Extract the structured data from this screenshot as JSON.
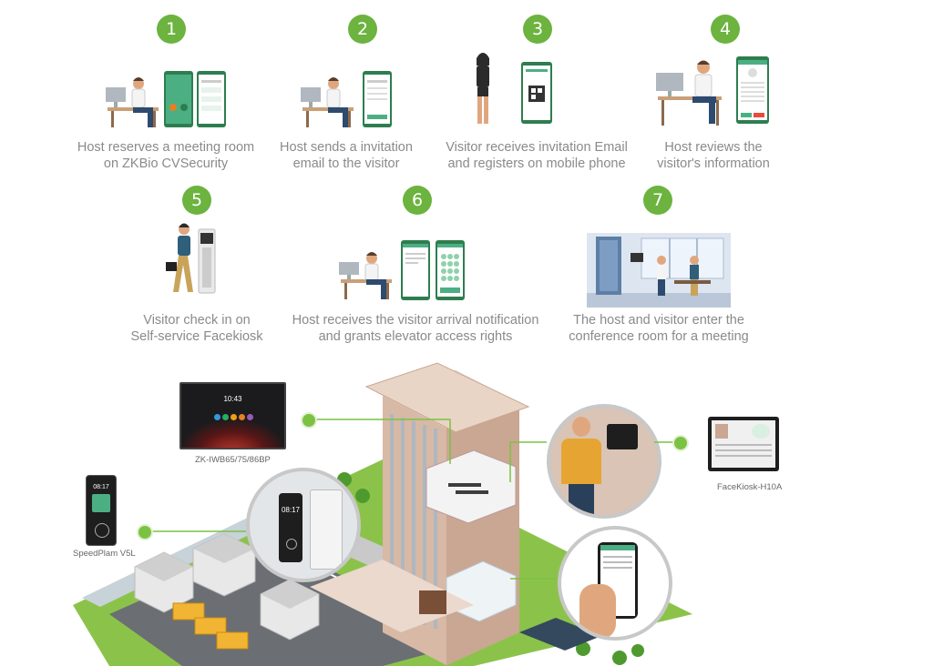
{
  "colors": {
    "accent": "#6cb33f",
    "caption": "#8a8a8a",
    "phone_frame": "#2e7d4f",
    "building": "#d7b9a6",
    "grass": "#8bc34a"
  },
  "steps": [
    {
      "number": "1",
      "lines": [
        "Host reserves a meeting room",
        "on ZKBio CVSecurity"
      ]
    },
    {
      "number": "2",
      "lines": [
        "Host sends a invitation",
        "email to the visitor"
      ]
    },
    {
      "number": "3",
      "lines": [
        "Visitor receives invitation Email",
        "and registers on mobile phone"
      ]
    },
    {
      "number": "4",
      "lines": [
        "Host reviews the",
        "visitor's information"
      ]
    },
    {
      "number": "5",
      "lines": [
        "Visitor check in on",
        "Self-service Facekiosk"
      ]
    },
    {
      "number": "6",
      "lines": [
        "Host receives the visitor arrival notification",
        "and grants elevator access rights"
      ]
    },
    {
      "number": "7",
      "lines": [
        "The host and visitor enter the",
        "conference room for a meeting"
      ]
    }
  ],
  "devices": {
    "board": {
      "label": "ZK-IWB65/75/86BP",
      "clock": "10:43"
    },
    "facekiosk": {
      "label": "FaceKiosk-H10A"
    },
    "speedface": {
      "label": "SpeedPlam V5L",
      "clock": "08:17"
    },
    "zoom_clock": "08:17"
  },
  "icons": [
    "host-at-desk-icon",
    "phone-icon",
    "visitor-walking-icon",
    "kiosk-icon",
    "conference-room-icon",
    "building-icon"
  ]
}
